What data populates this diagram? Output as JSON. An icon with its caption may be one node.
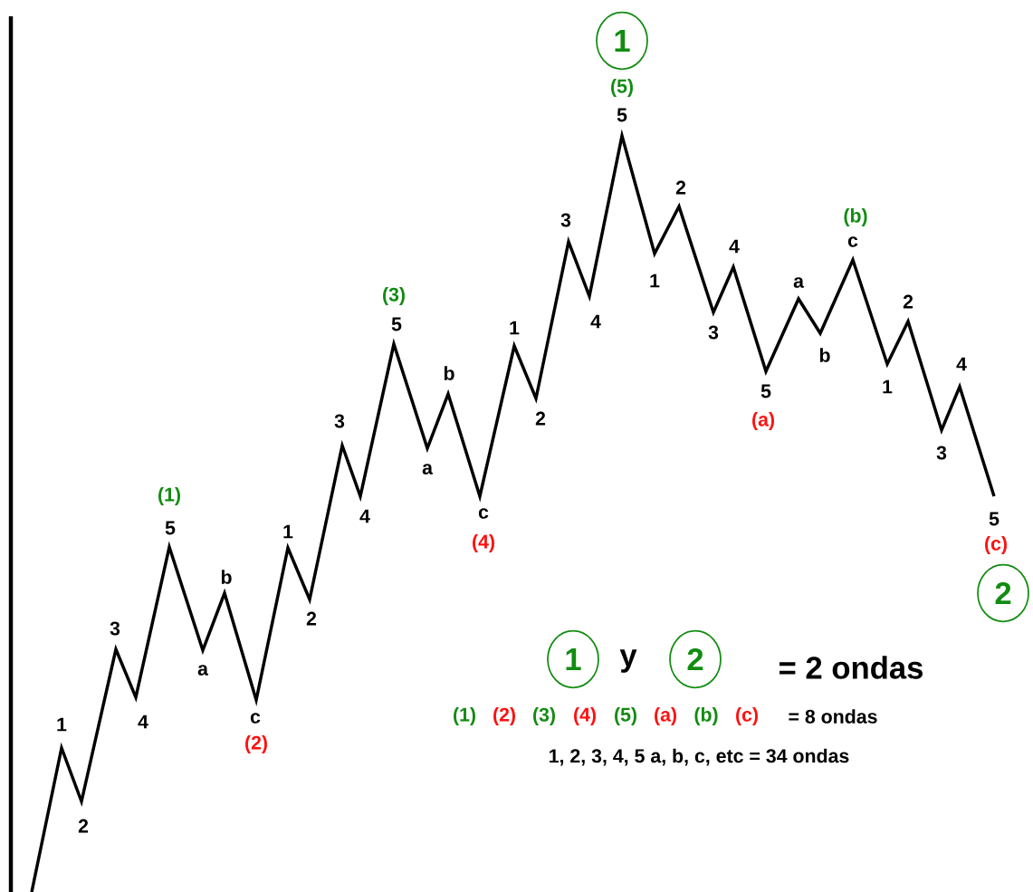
{
  "diagram": {
    "nodes": [
      {
        "text": [
          "1"
        ]
      },
      {
        "text": [
          "2"
        ]
      },
      {
        "text": [
          "1"
        ]
      },
      {
        "text": [
          "2"
        ]
      }
    ],
    "labels": [
      "(5)",
      "5",
      "2",
      "(b)",
      "c",
      "3",
      "4",
      "1",
      "a",
      "(3)",
      "4",
      "5",
      "1",
      "3",
      "2",
      "b",
      "b",
      "4",
      "1",
      "5",
      "(a)",
      "2",
      "3",
      "a",
      "3",
      "c",
      "4",
      "(1)",
      "(4)",
      "5",
      "5",
      "1",
      "(c)",
      "b",
      "2",
      "3",
      "a",
      "y",
      "= 2 ondas",
      "(1)",
      "(2)",
      "(3)",
      "(4)",
      "(5)",
      "(a)",
      "(b)",
      "(c)",
      "= 8 ondas",
      "4",
      "c",
      "1",
      "(2)",
      "1, 2, 3, 4, 5 a, b, c, etc = 34 ondas",
      "2"
    ]
  }
}
